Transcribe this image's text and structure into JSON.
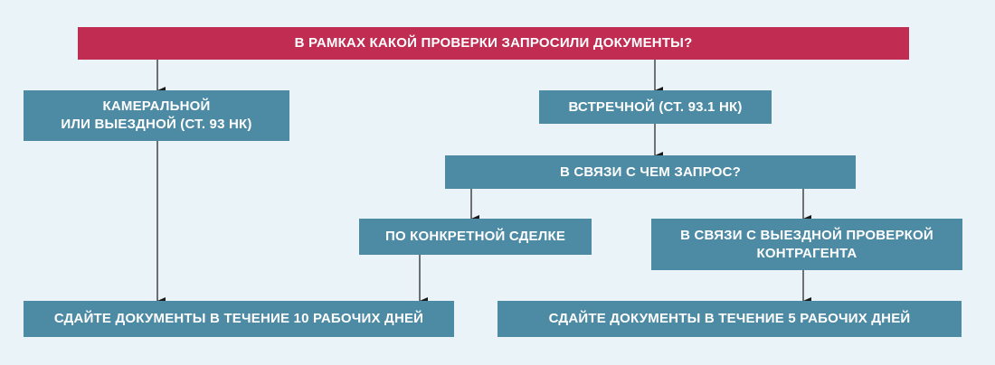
{
  "question": "В рамках какой проверки запросили документы?",
  "branches": {
    "kameralnaya": "Камеральной\nили выездной (ст. 93 НК)",
    "vstrechnaya": "Встречной (ст. 93.1 НК)"
  },
  "subquestion": "В связи с чем запрос?",
  "subbranches": {
    "po_sdelke": "По конкретной сделке",
    "po_kontragentu": "В связи с выездной проверкой\nконтрагента"
  },
  "results": {
    "ten_days": "Сдайте документы в течение 10 рабочих дней",
    "five_days": "Сдайте документы в течение 5 рабочих дней"
  },
  "colors": {
    "pink": "#c12d52",
    "teal": "#4d8aa4",
    "background": "#e9f3f8",
    "arrow": "#1a1a1a"
  }
}
